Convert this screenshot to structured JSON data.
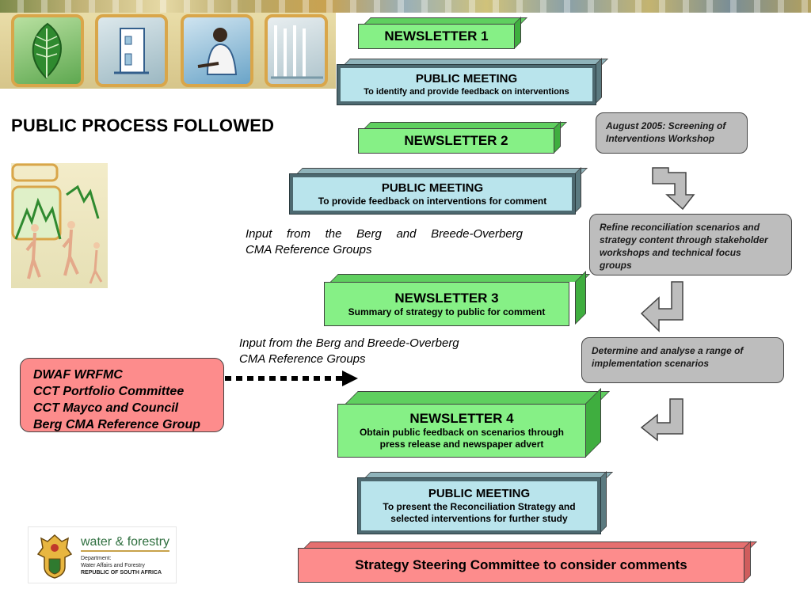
{
  "title": "PUBLIC PROCESS FOLLOWED",
  "flow": {
    "newsletter1": {
      "label": "NEWSLETTER 1"
    },
    "meeting1": {
      "label": "PUBLIC MEETING",
      "detail": "To identify and provide feedback on interventions"
    },
    "newsletter2": {
      "label": "NEWSLETTER 2"
    },
    "meeting2": {
      "label": "PUBLIC MEETING",
      "detail": "To provide feedback on interventions for comment"
    },
    "newsletter3": {
      "label": "NEWSLETTER 3",
      "detail": "Summary of strategy to public for comment"
    },
    "newsletter4": {
      "label": "NEWSLETTER 4",
      "detail_line1": "Obtain public feedback on scenarios through",
      "detail_line2": "press release and newspaper advert"
    },
    "meeting3": {
      "label": "PUBLIC MEETING",
      "detail_line1": "To present the Reconciliation Strategy and",
      "detail_line2": "selected interventions for further study"
    },
    "committee": {
      "label": "Strategy Steering Committee to consider comments"
    }
  },
  "inputs": {
    "input1_line1": "Input from the Berg and Breede-Overberg",
    "input1_line2": "CMA Reference Groups",
    "input2_line1": "Input from the Berg and Breede-Overberg",
    "input2_line2": "CMA Reference Groups"
  },
  "notes": {
    "note1_line1": "August 2005: Screening of",
    "note1_line2": "Interventions Workshop",
    "note2_line1": "Refine reconciliation scenarios and",
    "note2_line2": "strategy content through stakeholder",
    "note2_line3": "workshops and technical focus",
    "note2_line4": "groups",
    "note3_line1": "Determine and analyse a range of",
    "note3_line2": "implementation scenarios"
  },
  "stakeholders": [
    "DWAF WRFMC",
    "CCT Portfolio Committee",
    "CCT Mayco and Council",
    "Berg CMA Reference Group"
  ],
  "logo": {
    "brand": "water & forestry",
    "line1": "Department:",
    "line2": "Water Affairs and Forestry",
    "line3": "REPUBLIC OF SOUTH AFRICA"
  },
  "colors": {
    "newsletter": "#86f086",
    "meeting": "#b9e4ec",
    "note": "#bdbdbd",
    "stakeholder": "#fd8c8c"
  }
}
